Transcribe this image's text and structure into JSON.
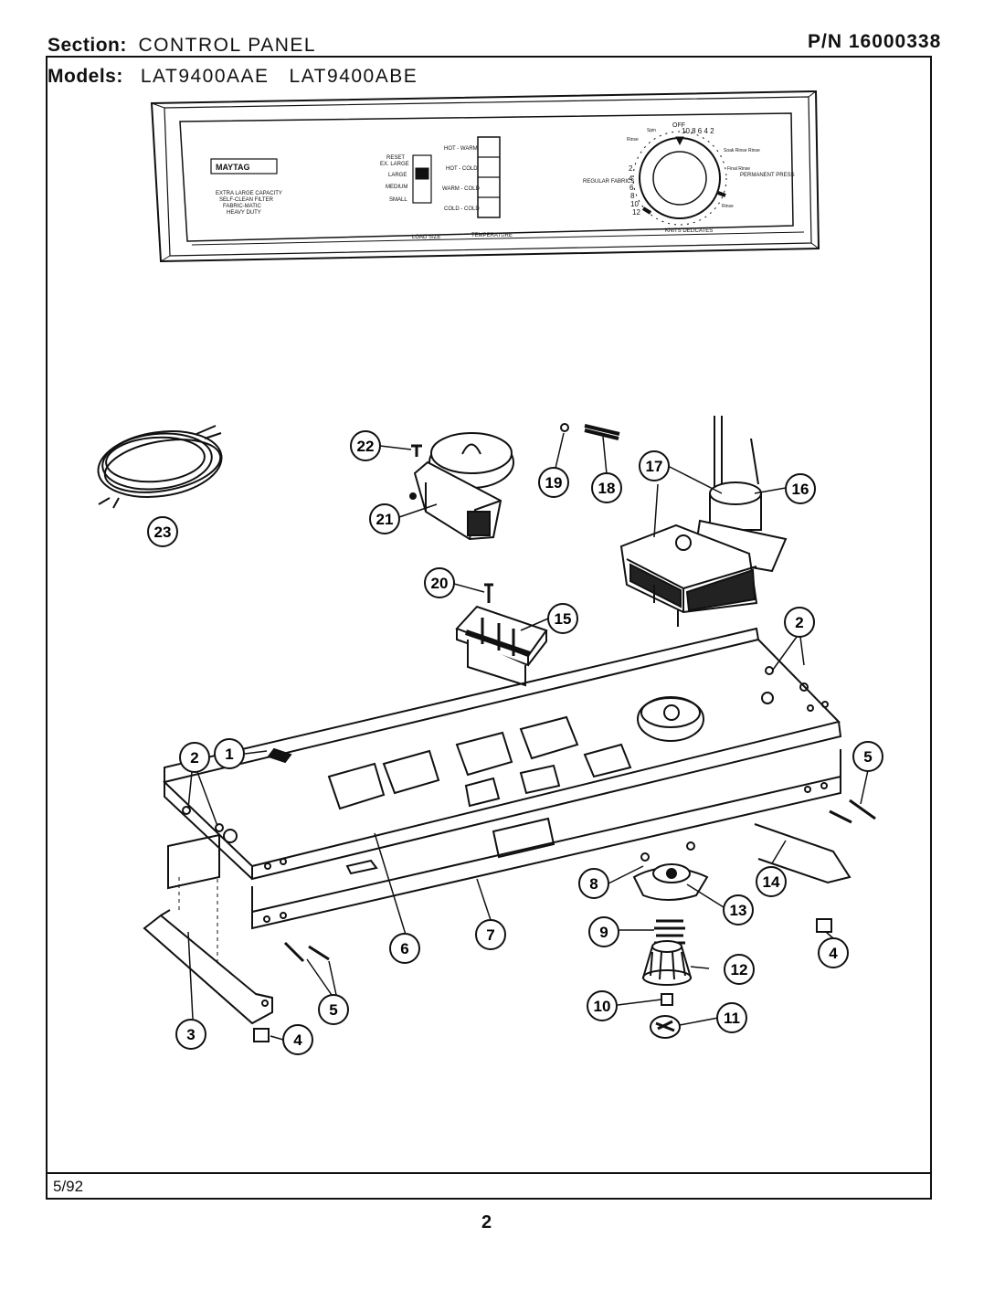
{
  "header": {
    "section_label": "Section:",
    "section_value": "CONTROL PANEL",
    "part_number": "P/N 16000338",
    "models_label": "Models:",
    "models_value": "LAT9400AAE   LAT9400ABE"
  },
  "panel": {
    "brand": "MAYTAG",
    "features": [
      "EXTRA LARGE CAPACITY",
      "SELF-CLEAN FILTER",
      "FABRIC-MATIC",
      "HEAVY DUTY"
    ],
    "load_sizes": [
      "RESET",
      "EX. LARGE",
      "LARGE",
      "MEDIUM",
      "SMALL"
    ],
    "load_size_label": "LOAD SIZE",
    "temperatures": [
      "HOT - WARM",
      "HOT - COLD",
      "WARM - COLD",
      "COLD - COLD"
    ],
    "temperature_label": "TEMPERATURE",
    "dial_left_label": "REGULAR FABRICS",
    "dial_right_label": "PERMANENT PRESS",
    "dial_bottom_label": "KNITS DELICATES",
    "dial_top_label": "OFF",
    "dial_top_numbers": "10 8 6 4 2",
    "dial_left_numbers": [
      "2",
      "4",
      "6",
      "8",
      "10",
      "12"
    ],
    "dial_small_labels": [
      "Rinse",
      "Spin",
      "Soak Rinse Rinse",
      "Final Rinse",
      "Rinse"
    ]
  },
  "callouts": [
    "23",
    "22",
    "21",
    "19",
    "18",
    "17",
    "16",
    "20",
    "15",
    "2",
    "2",
    "1",
    "5",
    "6",
    "7",
    "8",
    "13",
    "14",
    "4",
    "9",
    "12",
    "5",
    "3",
    "4",
    "10",
    "11"
  ],
  "footer": {
    "date": "5/92",
    "page": "2"
  }
}
